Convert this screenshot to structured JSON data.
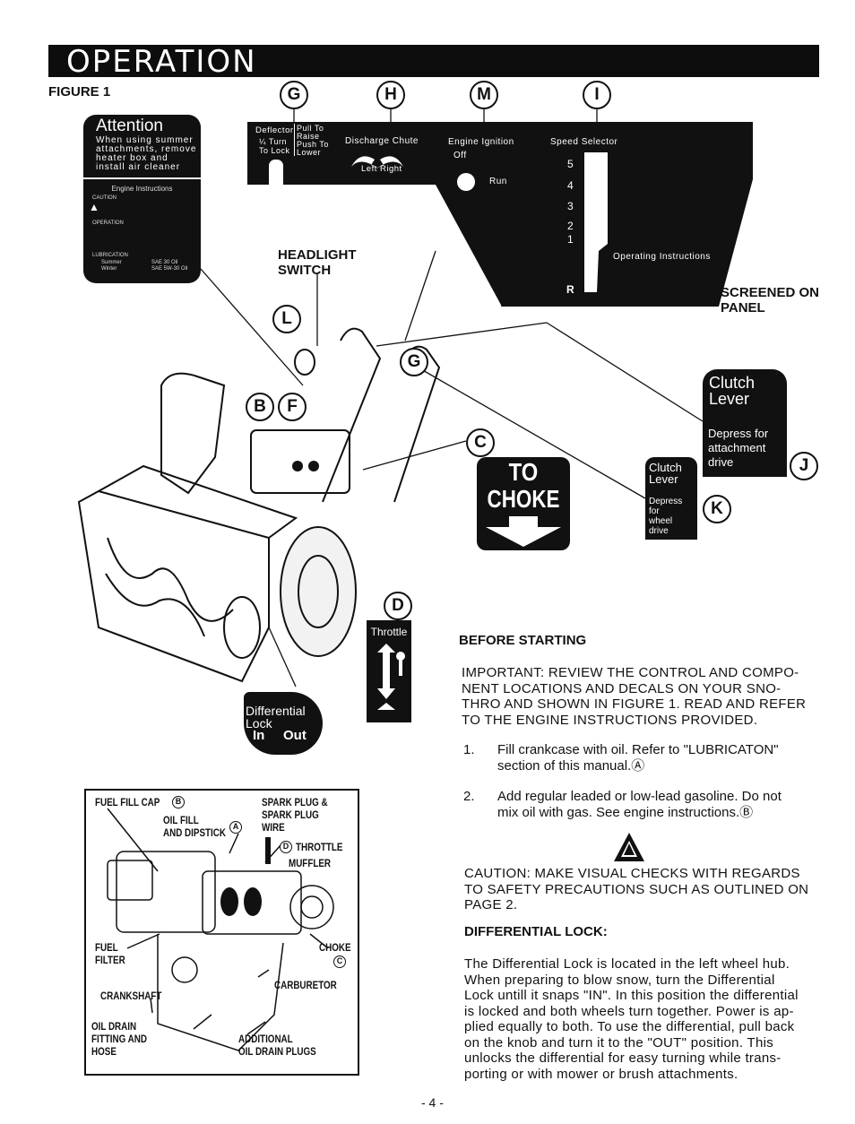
{
  "header": {
    "title": "OPERATION"
  },
  "figure_label": "FIGURE 1",
  "callouts": {
    "g": "G",
    "h": "H",
    "m": "M",
    "i": "I",
    "l": "L",
    "b": "B",
    "f": "F",
    "g2": "G",
    "c": "C",
    "j": "J",
    "k": "K",
    "d": "D"
  },
  "attention_box": {
    "title": "Attention",
    "lines": [
      "When using summer",
      "attachments, remove",
      "heater box and",
      "install air cleaner"
    ]
  },
  "engine_instructions_box": {
    "title": "Engine Instructions",
    "caution": "CAUTION",
    "operation": "OPERATION",
    "lubrication": "LUBRICATION",
    "summer": "Summer",
    "summer_oil": "SAE 30 Oil",
    "winter": "Winter",
    "winter_oil": "SAE 5W-30 Oil"
  },
  "panel": {
    "deflector": "Deflector",
    "quarter_turn": "¼ Turn",
    "to_lock": "To Lock",
    "pull_to_raise": "Pull To Raise",
    "push_to_lower": "Push To Lower",
    "discharge_chute": "Discharge Chute",
    "left_right": "Left Right",
    "engine_ignition": "Engine Ignition",
    "off": "Off",
    "run": "Run",
    "speed_selector": "Speed Selector",
    "speeds": [
      "5",
      "4",
      "3",
      "2",
      "1",
      "R"
    ],
    "operating_instructions": "Operating Instructions"
  },
  "labels": {
    "headlight_switch_1": "HEADLIGHT",
    "headlight_switch_2": "SWITCH",
    "screened_on_1": "SCREENED ON",
    "screened_on_2": "PANEL"
  },
  "clutch_big": {
    "title_1": "Clutch",
    "title_2": "Lever",
    "body_1": "Depress for",
    "body_2": "attachment",
    "body_3": "drive"
  },
  "clutch_small": {
    "title_1": "Clutch",
    "title_2": "Lever",
    "body_1": "Depress",
    "body_2": "for",
    "body_3": "wheel",
    "body_4": "drive"
  },
  "choke": {
    "line_1": "TO",
    "line_2": "CHOKE"
  },
  "throttle": {
    "label": "Throttle"
  },
  "differential": {
    "line_1": "Differential",
    "line_2": "Lock",
    "in": "In",
    "out": "Out"
  },
  "engine_figure": {
    "fuel_fill_cap": "FUEL FILL CAP",
    "oil_fill_1": "OIL FILL",
    "oil_fill_2": "AND DIPSTICK",
    "spark_1": "SPARK PLUG &",
    "spark_2": "SPARK PLUG",
    "spark_3": "WIRE",
    "throttle": "THROTTLE",
    "muffler": "MUFFLER",
    "fuel_filter_1": "FUEL",
    "fuel_filter_2": "FILTER",
    "choke": "CHOKE",
    "carburetor": "CARBURETOR",
    "crankshaft": "CRANKSHAFT",
    "oil_drain_1": "OIL DRAIN",
    "oil_drain_2": "FITTING AND",
    "oil_drain_3": "HOSE",
    "additional_1": "ADDITIONAL",
    "additional_2": "OIL DRAIN PLUGS",
    "marker_b": "B",
    "marker_a": "A",
    "marker_d": "D",
    "marker_c": "C"
  },
  "text": {
    "before_starting": "BEFORE STARTING",
    "important": [
      "IMPORTANT: REVIEW THE CONTROL AND COMPO-",
      "NENT LOCATIONS AND DECALS ON YOUR SNO-",
      "THRO AND SHOWN IN FIGURE 1. READ AND REFER",
      "TO THE ENGINE INSTRUCTIONS PROVIDED."
    ],
    "step1_num": "1.",
    "step1": [
      "Fill crankcase with oil. Refer to \"LUBRICATON\"",
      "section of this manual.Ⓐ"
    ],
    "step2_num": "2.",
    "step2": [
      "Add regular leaded or low-lead gasoline. Do not",
      "mix oil with gas. See engine instructions.Ⓑ"
    ],
    "caution": [
      "CAUTION: MAKE VISUAL CHECKS WITH REGARDS",
      "TO SAFETY PRECAUTIONS SUCH AS OUTLINED ON",
      "PAGE 2."
    ],
    "differential_lock": "DIFFERENTIAL LOCK:",
    "diff_para": [
      "The Differential Lock is located in the left wheel hub.",
      "When preparing to blow snow, turn the Differential",
      "Lock untill it snaps \"IN\". In this position the differential",
      "is locked and both wheels turn together. Power is ap-",
      "plied equally to both. To use the differential, pull back",
      "on the knob and turn it to the \"OUT\" position. This",
      "unlocks the differential for easy turning while trans-",
      "porting or with mower or brush attachments."
    ]
  },
  "page_number": "- 4 -"
}
